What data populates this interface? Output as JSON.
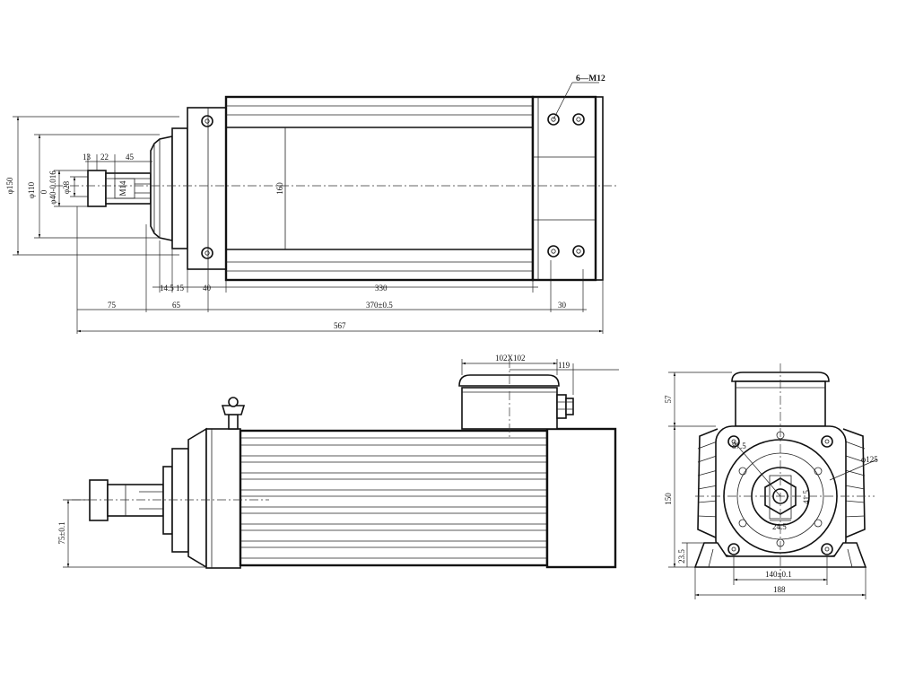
{
  "top_view": {
    "dims": {
      "d150": "φ150",
      "d110": "φ110",
      "d40": "φ40-0.016",
      "d40_zero": "0",
      "d28": "φ28",
      "l13": "13",
      "l22": "22",
      "l45": "45",
      "m14": "M14",
      "h160": "160",
      "holes": "6—M12",
      "l14_5": "14.5",
      "l15": "15",
      "l40": "40",
      "l330": "330",
      "l75": "75",
      "l65": "65",
      "l370": "370±0.5",
      "l30": "30",
      "l567": "567"
    }
  },
  "side_view": {
    "dims": {
      "box": "102X102",
      "l119": "119",
      "h75": "75±0.1"
    }
  },
  "end_view": {
    "dims": {
      "h57": "57",
      "h150": "150",
      "h23_5": "23.5",
      "r87_5": "87.5",
      "d125": "φ125",
      "h41_5": "41.5",
      "w24_5": "24.5",
      "w140": "140±0.1",
      "w188": "188"
    }
  }
}
